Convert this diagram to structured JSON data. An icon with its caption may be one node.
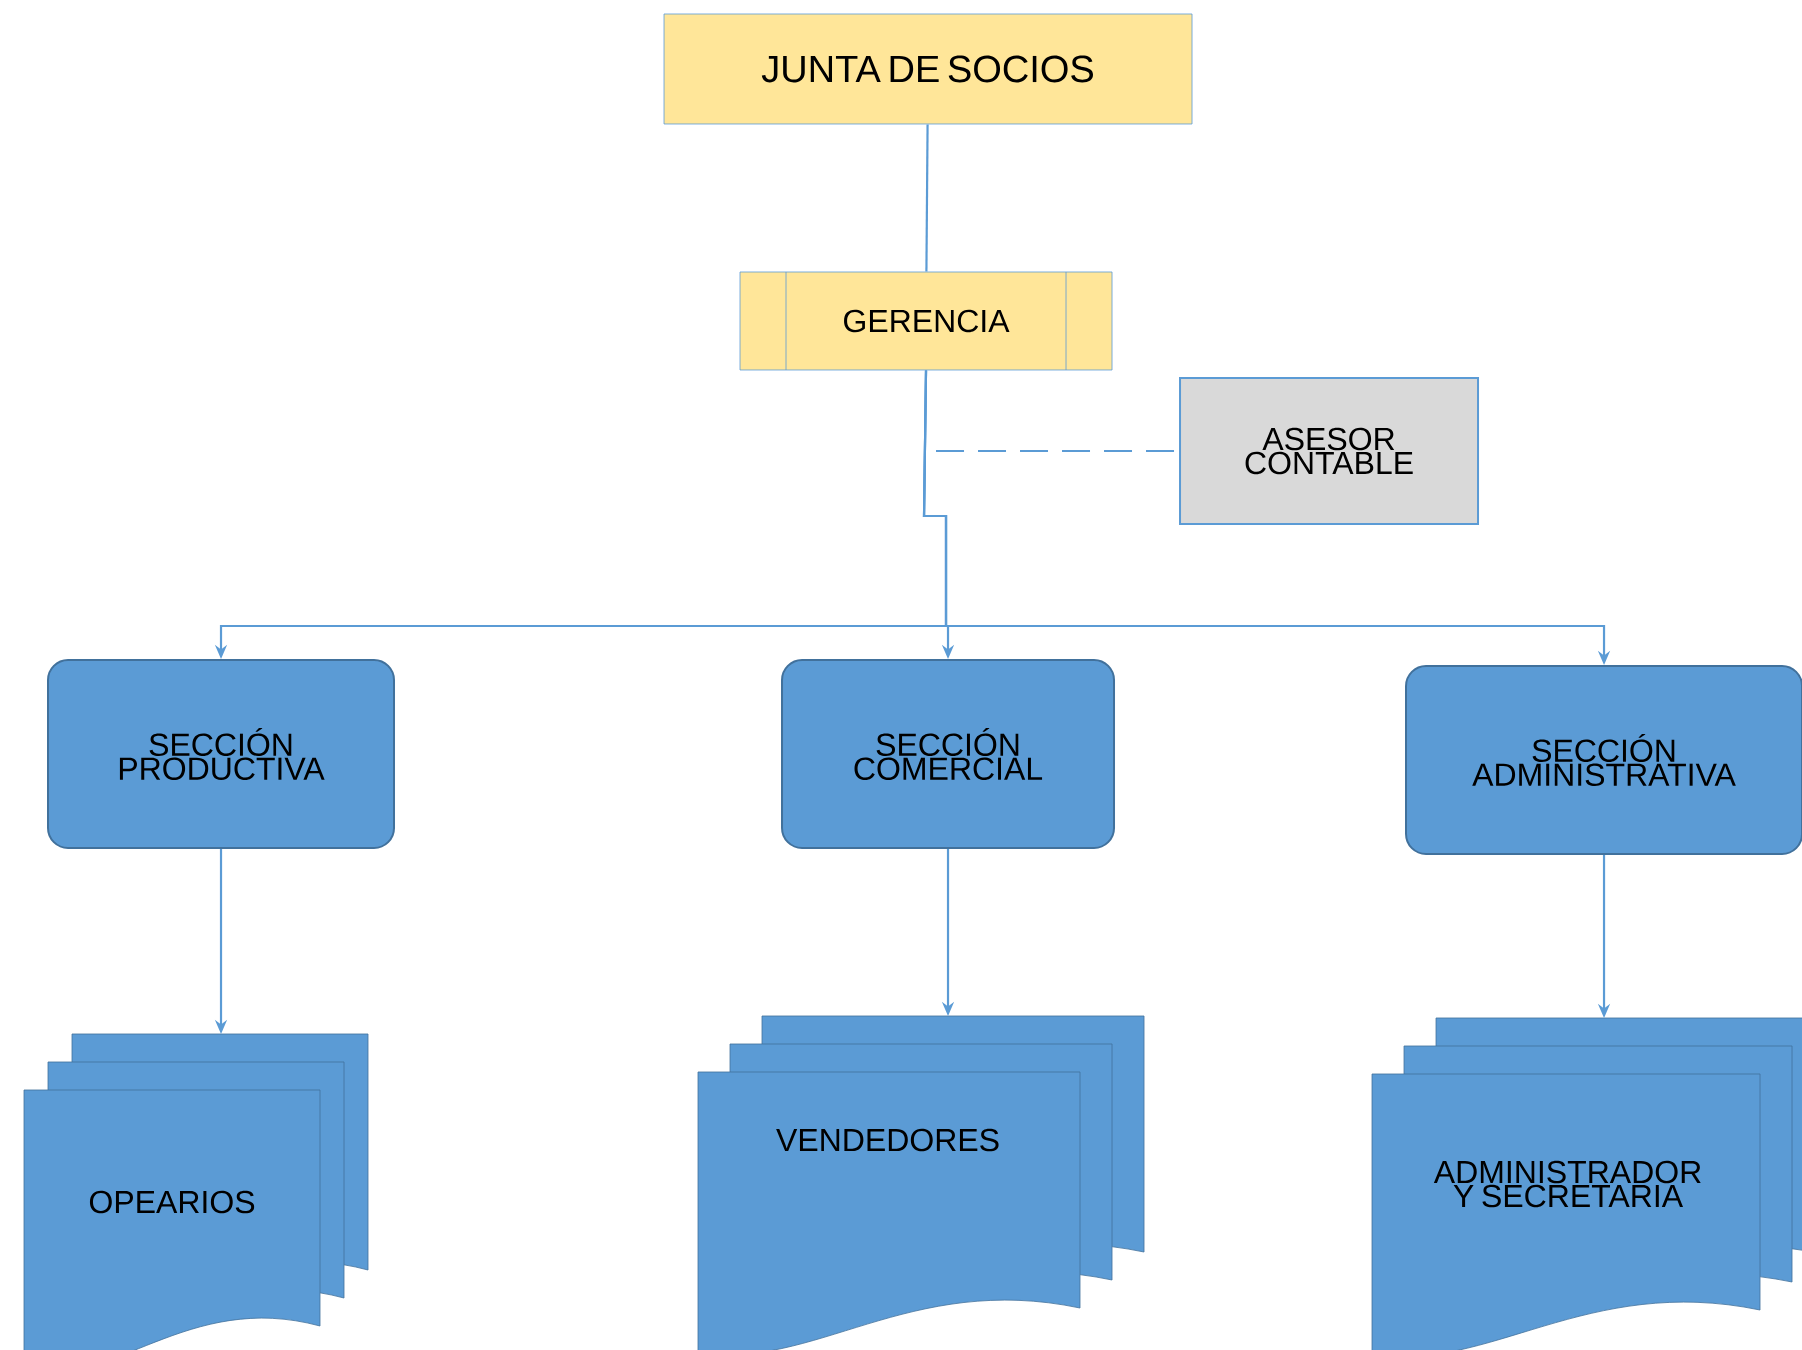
{
  "diagram": {
    "nodes": [
      {
        "text": [
          "JUNTA DE SOCIOS"
        ]
      },
      {
        "text": [
          "GERENCIA"
        ]
      },
      {
        "text": [
          "ASESOR CONTABLE"
        ]
      },
      {
        "text": [
          "SECCIÓN PRODUCTIVA"
        ]
      },
      {
        "text": [
          "SECCIÓN COMERCIAL"
        ]
      },
      {
        "text": [
          "SECCIÓN ADMINISTRATIVA"
        ]
      },
      {
        "text": [
          "OPEARIOS"
        ]
      },
      {
        "text": [
          "VENDEDORES"
        ]
      },
      {
        "text": [
          "ADMINISTRADOR Y SECRETARIA"
        ]
      }
    ],
    "edges": [
      {
        "from": 0,
        "to": 1,
        "arrow": "none"
      },
      {
        "from": 1,
        "to": 2,
        "arrow": "none",
        "style": "dashed"
      },
      {
        "from": 1,
        "to": 3,
        "arrow": "to"
      },
      {
        "from": 1,
        "to": 4,
        "arrow": "to"
      },
      {
        "from": 1,
        "to": 5,
        "arrow": "to"
      },
      {
        "from": 3,
        "to": 6,
        "arrow": "to"
      },
      {
        "from": 4,
        "to": 7,
        "arrow": "to"
      },
      {
        "from": 5,
        "to": 8,
        "arrow": "to"
      }
    ]
  }
}
